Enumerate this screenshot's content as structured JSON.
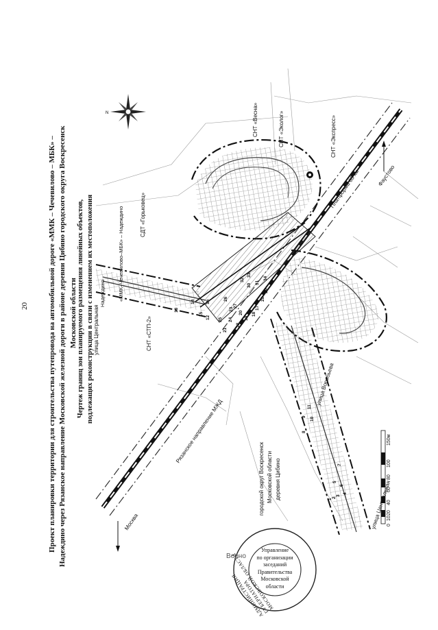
{
  "page_number": "20",
  "title": {
    "line1": "Проект планировки территории для строительства путепровода на автомобильной дороге «ММК – Чечевилово – МБК» –",
    "line2": "Надеждино через Рязанское направление Московской железной дороги в районе деревни Цибино городского округа Воскресенск",
    "line3": "Московской области"
  },
  "subtitle": {
    "line1": "Чертеж границ зон планируемого размещения линейных объектов,",
    "line2": "подлежащих реконструкции в связи с изменением их местоположения"
  },
  "map_labels": {
    "snt_vesna": "СНТ «Весна»",
    "snt_ekolog": "СНТ «Эколог»",
    "snt_express": "СНТ «Экспресс»",
    "sdt_gorkovets": "СДТ «Горьковец»",
    "road_name": "«ММК–Чечевилово–МБК» – Надеждино",
    "nadezhdino": "Надеждино",
    "snt_stp2": "СНТ «СТП-2»",
    "street_central_top": "улица Центральная",
    "platform": "Платформа 63 км",
    "faustovo": "Фаустово",
    "railway": "Рязанское направление МЖД",
    "moskva": "Москва",
    "district_line1": "городской округ Воскресенск",
    "district_line2": "Московской области",
    "village": "деревня Цибино",
    "street_vorobyova": "улица Воробьева",
    "street_central_bottom": "улица Центральная"
  },
  "point_numbers": [
    "26",
    "25",
    "21",
    "24",
    "22",
    "27",
    "19",
    "20",
    "23",
    "18",
    "17",
    "16",
    "15",
    "14",
    "13",
    "12",
    "11",
    "10",
    "9",
    "8",
    "7",
    "6",
    "5",
    "4",
    "3",
    "2",
    "1",
    "28",
    "29",
    "30",
    "31",
    "32",
    "33",
    "34"
  ],
  "scale": {
    "ticks": [
      "0",
      "10",
      "20",
      "40",
      "60",
      "80",
      "100",
      "150м"
    ]
  },
  "stamp": {
    "ring_text": "АДМИНИСТРАЦИЯ ГУБЕРНАТОРА МОСКОВСКОЙ ОБЛАСТИ",
    "center_lines": [
      "Управление",
      "по организации",
      "заседаний",
      "Правительства",
      "Московской",
      "области"
    ],
    "copy_mark": "Верно"
  }
}
